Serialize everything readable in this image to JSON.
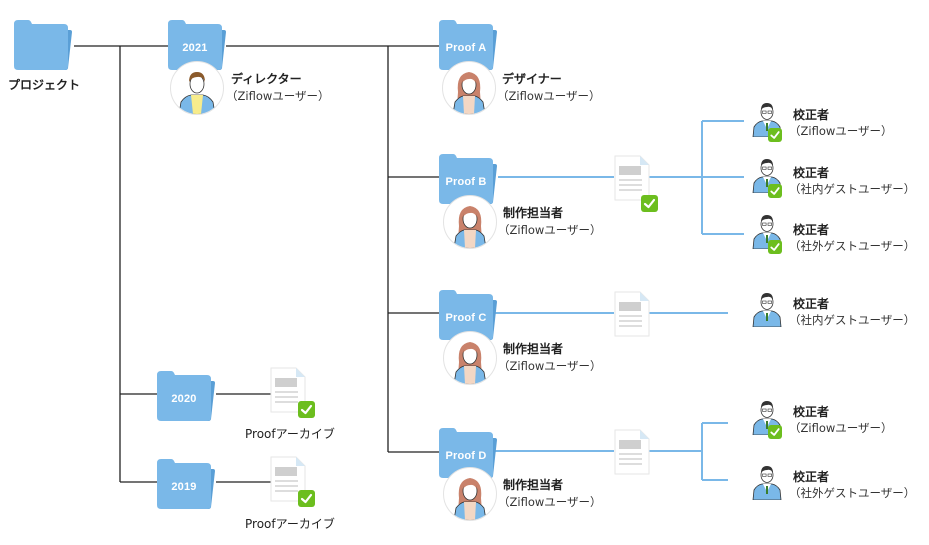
{
  "root": {
    "label": "プロジェクト",
    "icon": "folder-icon"
  },
  "colors": {
    "folder": "#7ab8e8",
    "folder_back": "#5a9fd6",
    "tree_line": "#222222",
    "flow_line": "#7ab8e8",
    "check": "#6cbe1e"
  },
  "years": [
    {
      "label": "2021",
      "person": {
        "role": "ディレクター",
        "type": "（Ziflowユーザー）",
        "avatar": "man-avatar"
      },
      "proofs": [
        {
          "label": "Proof A",
          "owner": {
            "role": "デザイナー",
            "type": "（Ziflowユーザー）"
          },
          "document": null,
          "reviewers": []
        },
        {
          "label": "Proof B",
          "owner": {
            "role": "制作担当者",
            "type": "（Ziflowユーザー）"
          },
          "document": {
            "approved": true
          },
          "reviewers": [
            {
              "role": "校正者",
              "type": "（Ziflowユーザー）",
              "approved": true
            },
            {
              "role": "校正者",
              "type": "（社内ゲストユーザー）",
              "approved": true
            },
            {
              "role": "校正者",
              "type": "（社外ゲストユーザー）",
              "approved": true
            }
          ]
        },
        {
          "label": "Proof C",
          "owner": {
            "role": "制作担当者",
            "type": "（Ziflowユーザー）"
          },
          "document": {
            "approved": false
          },
          "reviewers": [
            {
              "role": "校正者",
              "type": "（社内ゲストユーザー）",
              "approved": false
            }
          ]
        },
        {
          "label": "Proof D",
          "owner": {
            "role": "制作担当者",
            "type": "（Ziflowユーザー）"
          },
          "document": {
            "approved": false
          },
          "reviewers": [
            {
              "role": "校正者",
              "type": "（Ziflowユーザー）",
              "approved": true
            },
            {
              "role": "校正者",
              "type": "（社外ゲストユーザー）",
              "approved": false
            }
          ]
        }
      ]
    },
    {
      "label": "2020",
      "archive": {
        "caption": "Proofアーカイブ",
        "approved": true
      }
    },
    {
      "label": "2019",
      "archive": {
        "caption": "Proofアーカイブ",
        "approved": true
      }
    }
  ]
}
